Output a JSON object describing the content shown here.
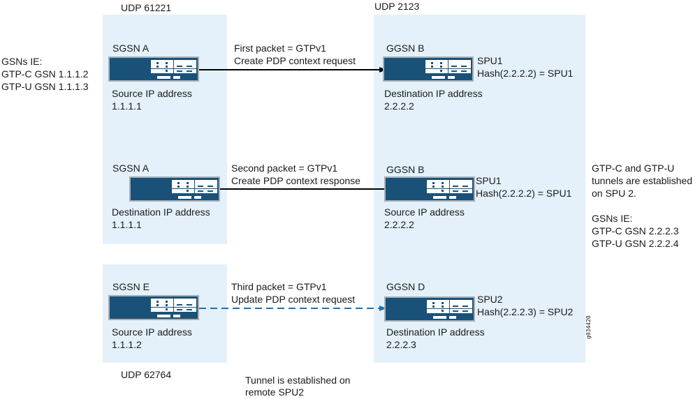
{
  "ports": {
    "sgsn_top": "UDP 61221",
    "ggsn_top": "UDP 2123",
    "sgsn_bottom": "UDP 62764"
  },
  "left_note": {
    "lines": [
      "GSNs IE:",
      "GTP-C GSN 1.1.1.2",
      "GTP-U GSN 1.1.1.3"
    ]
  },
  "right_note": {
    "lines": [
      "GTP-C and GTP-U",
      "tunnels are established",
      "on SPU 2.",
      "",
      "GSNs IE:",
      "GTP-C GSN 2.2.2.3",
      "GTP-U GSN 2.2.2.4"
    ]
  },
  "rows": [
    {
      "left": {
        "name": "SGSN A",
        "ip_label": "Source IP address",
        "ip": "1.1.1.1"
      },
      "right": {
        "name": "GGSN B",
        "spu": "SPU1",
        "hash": "Hash(2.2.2.2) = SPU1",
        "ip_label": "Destination IP address",
        "ip": "2.2.2.2"
      },
      "packet": [
        "First packet = GTPv1",
        "Create PDP context request"
      ],
      "direction": "left-to-right",
      "style": "solid"
    },
    {
      "left": {
        "name": "SGSN A",
        "ip_label": "Destination IP address",
        "ip": "1.1.1.1"
      },
      "right": {
        "name": "GGSN B",
        "spu": "SPU1",
        "hash": "Hash(2.2.2.2) = SPU1",
        "ip_label": "Source IP address",
        "ip": "2.2.2.2"
      },
      "packet": [
        "Second packet = GTPv1",
        "Create PDP context response"
      ],
      "direction": "right-to-left",
      "style": "solid"
    },
    {
      "left": {
        "name": "SGSN E",
        "ip_label": "Source IP address",
        "ip": "1.1.1.2"
      },
      "right": {
        "name": "GGSN D",
        "spu": "SPU2",
        "hash": "Hash(2.2.2.3) = SPU2",
        "ip_label": "Destination IP address",
        "ip": "2.2.2.3"
      },
      "packet": [
        "Third packet = GTPv1",
        "Update PDP context request"
      ],
      "direction": "left-to-right",
      "style": "dashed"
    }
  ],
  "tunnel_note": [
    "Tunnel is established on",
    "remote SPU2"
  ],
  "figure_id": "g034420",
  "colors": {
    "panel": "#e4f1fa",
    "device": "#1a5178",
    "device_border": "#a9aeb3",
    "solid_arrow": "#000000",
    "dashed_arrow": "#1f6fb2"
  }
}
